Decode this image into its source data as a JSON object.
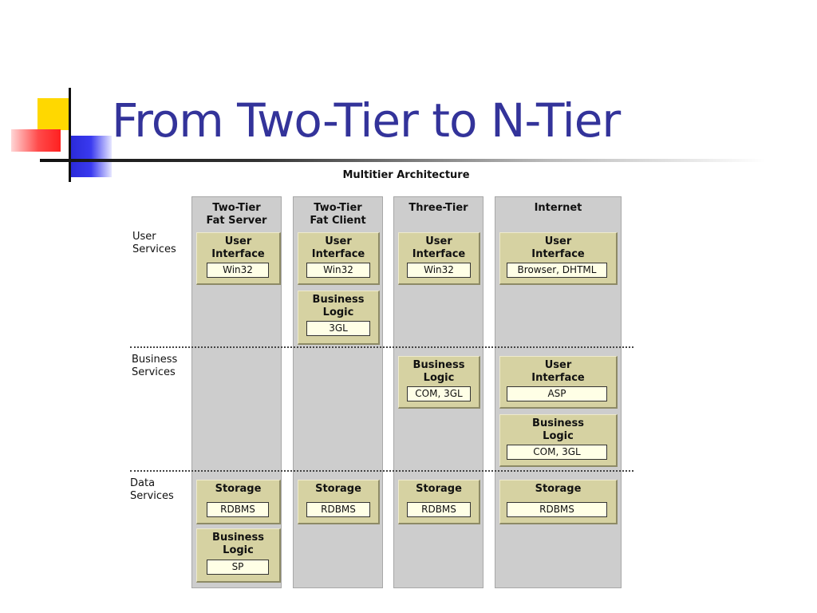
{
  "title": "From Two-Tier to N-Tier",
  "diagram": {
    "title": "Multitier Architecture",
    "row_labels": {
      "user": "User\nServices",
      "business": "Business\nServices",
      "data": "Data\nServices"
    },
    "columns": [
      {
        "header": "Two-Tier\nFat Server",
        "boxes": [
          {
            "title": "User\nInterface",
            "tech": "Win32"
          },
          {
            "title": "Storage",
            "tech": "RDBMS"
          },
          {
            "title": "Business\nLogic",
            "tech": "SP"
          }
        ]
      },
      {
        "header": "Two-Tier\nFat Client",
        "boxes": [
          {
            "title": "User\nInterface",
            "tech": "Win32"
          },
          {
            "title": "Business\nLogic",
            "tech": "3GL"
          },
          {
            "title": "Storage",
            "tech": "RDBMS"
          }
        ]
      },
      {
        "header": "Three-Tier",
        "boxes": [
          {
            "title": "User\nInterface",
            "tech": "Win32"
          },
          {
            "title": "Business\nLogic",
            "tech": "COM, 3GL"
          },
          {
            "title": "Storage",
            "tech": "RDBMS"
          }
        ]
      },
      {
        "header": "Internet",
        "boxes": [
          {
            "title": "User\nInterface",
            "tech": "Browser, DHTML"
          },
          {
            "title": "User\nInterface",
            "tech": "ASP"
          },
          {
            "title": "Business\nLogic",
            "tech": "COM, 3GL"
          },
          {
            "title": "Storage",
            "tech": "RDBMS"
          }
        ]
      }
    ]
  }
}
